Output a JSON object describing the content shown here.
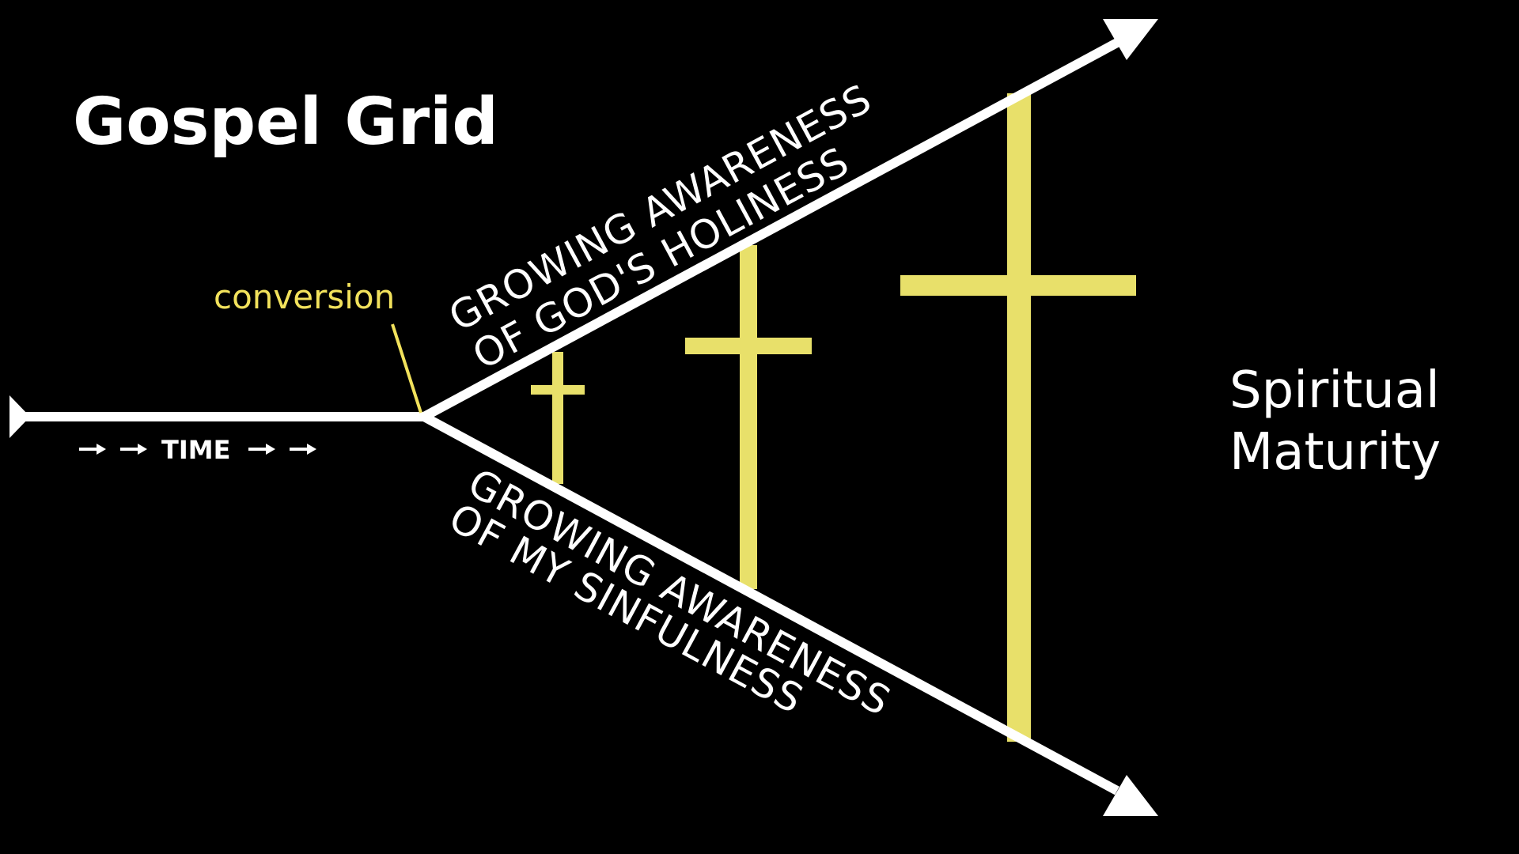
{
  "title": "Gospel Grid",
  "conversion_label": "conversion",
  "time_label": "TIME",
  "upper_branch": {
    "line1": "GROWING AWARENESS",
    "line2": "OF GOD'S HOLINESS"
  },
  "lower_branch": {
    "line1": "GROWING AWARENESS",
    "line2": "OF MY SINFULNESS"
  },
  "maturity": {
    "line1": "Spiritual",
    "line2": "Maturity"
  },
  "colors": {
    "background": "#000000",
    "lines": "#ffffff",
    "cross": "#e8e06a",
    "conversion_text": "#f2e25c"
  },
  "icons": [
    "right-arrow-icon",
    "cross-icon",
    "arrowhead-icon"
  ]
}
